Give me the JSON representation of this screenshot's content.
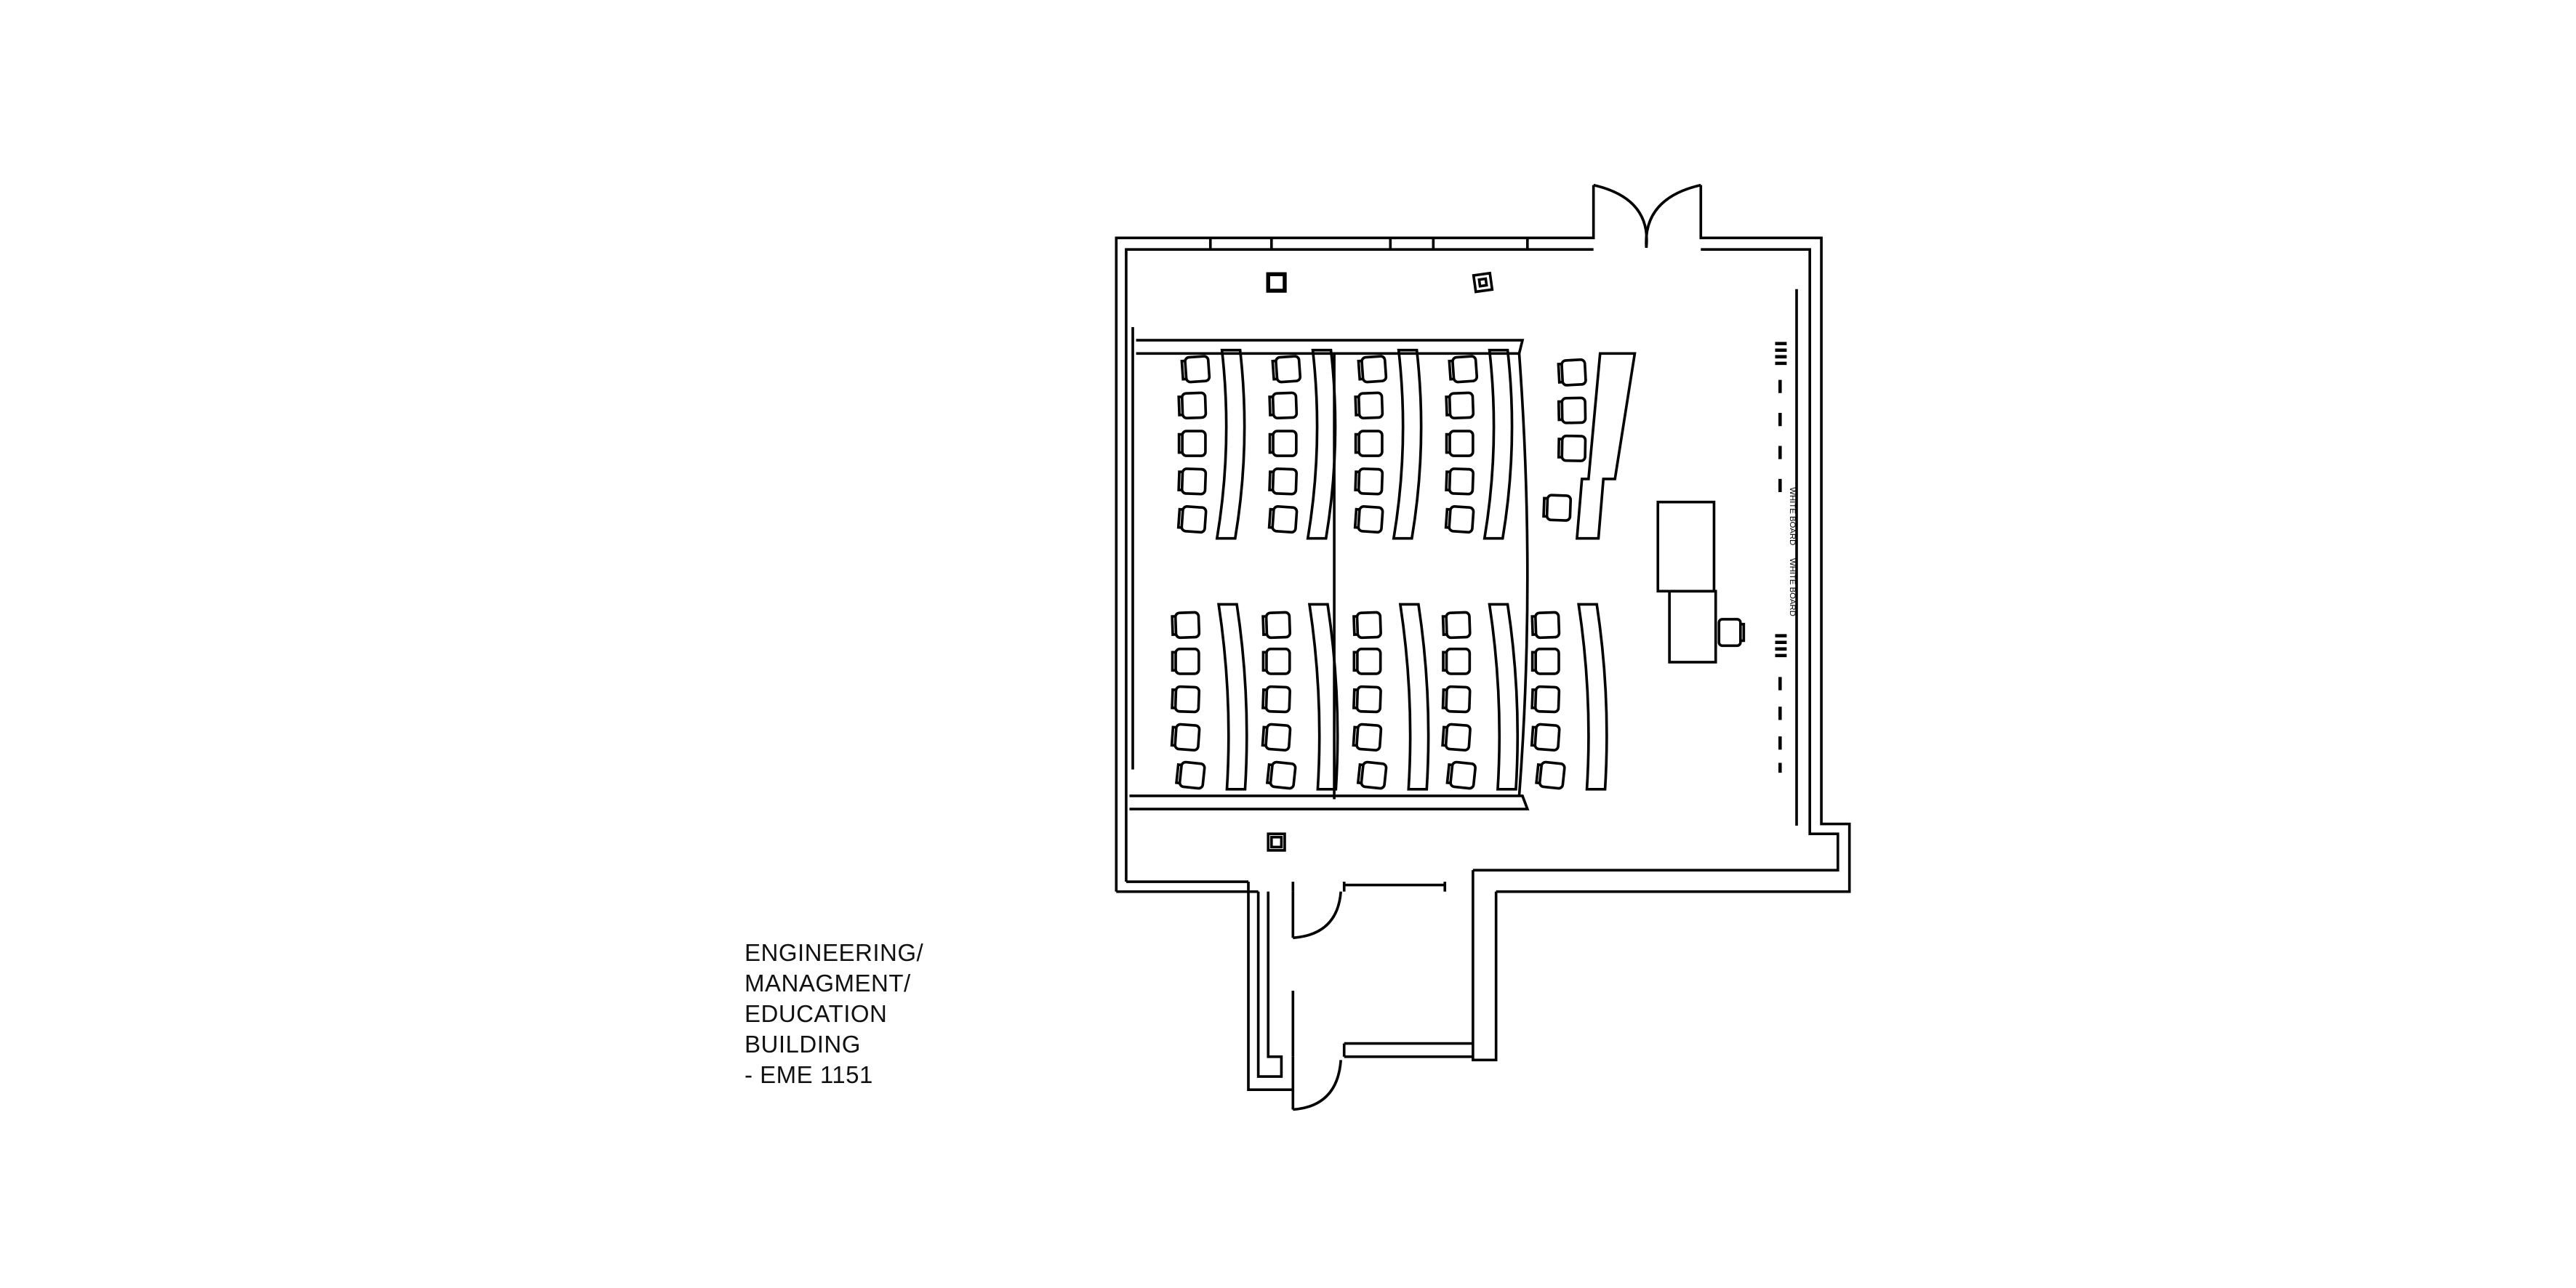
{
  "caption": {
    "lines": [
      "ENGINEERING/",
      "MANAGMENT/",
      "EDUCATION",
      "BUILDING",
      "- EME 1151"
    ]
  },
  "plan": {
    "wall_labels": [
      "WHITE BOARD",
      "WHITE BOARD"
    ],
    "rows": {
      "upper_block_columns": 5,
      "lower_block_columns": 5,
      "chairs_per_column": 5
    },
    "colors": {
      "ink": "#000000",
      "background": "#ffffff"
    }
  }
}
